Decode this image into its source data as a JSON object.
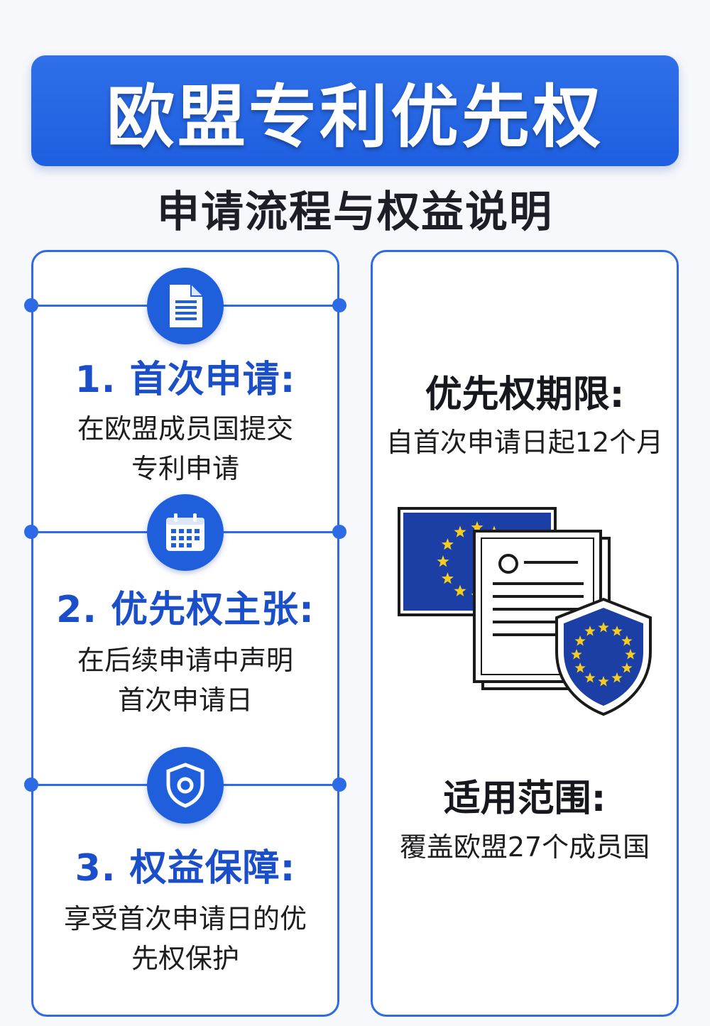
{
  "header": {
    "title": "欧盟专利优先权",
    "subtitle": "申请流程与权益说明"
  },
  "steps": [
    {
      "icon": "document-icon",
      "title": "1. 首次申请:",
      "desc_line1": "在欧盟成员国提交",
      "desc_line2": "专利申请"
    },
    {
      "icon": "calendar-icon",
      "title": "2. 优先权主张:",
      "desc_line1": "在后续申请中声明",
      "desc_line2": "首次申请日"
    },
    {
      "icon": "shield-icon",
      "title": "3. 权益保障:",
      "desc_line1": "享受首次申请日的优",
      "desc_line2": "先权保护"
    }
  ],
  "info": {
    "period_title": "优先权期限:",
    "period_text": "自首次申请日起12个月",
    "scope_title": "适用范围:",
    "scope_text": "覆盖欧盟27个成员国"
  },
  "colors": {
    "primary_blue": "#2d6be6",
    "eu_blue": "#1c3fa6",
    "eu_star": "#f5cc1f"
  }
}
